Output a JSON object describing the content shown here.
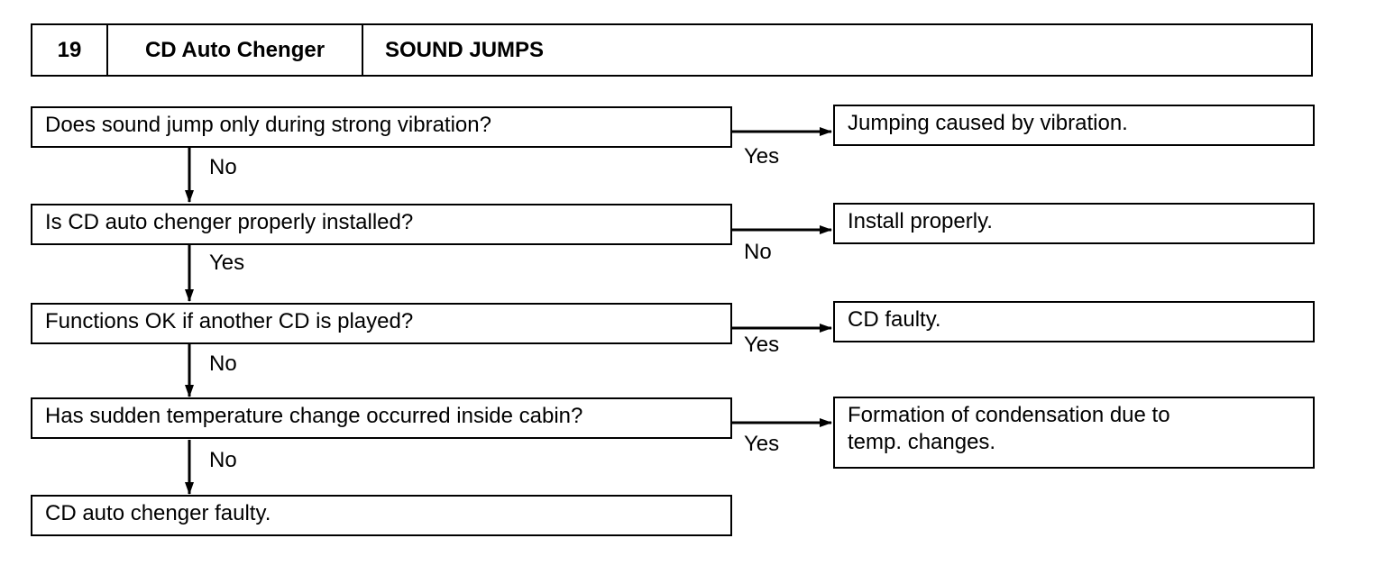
{
  "header": {
    "number": "19",
    "topic": "CD Auto Chenger",
    "title": "SOUND JUMPS"
  },
  "steps": [
    {
      "question": "Does sound jump only during strong vibration?",
      "branch_label": "Yes",
      "result": "Jumping caused by vibration.",
      "next_label": "No"
    },
    {
      "question": "Is CD auto chenger properly installed?",
      "branch_label": "No",
      "result": "Install properly.",
      "next_label": "Yes"
    },
    {
      "question": "Functions OK if another CD is played?",
      "branch_label": "Yes",
      "result": "CD faulty.",
      "next_label": "No"
    },
    {
      "question": "Has sudden temperature change occurred inside cabin?",
      "branch_label": "Yes",
      "result_lines": [
        "Formation of condensation due to",
        "temp. changes."
      ],
      "next_label": "No"
    }
  ],
  "final": "CD auto chenger faulty."
}
